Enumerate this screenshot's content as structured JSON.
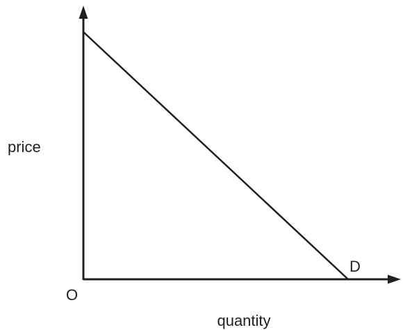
{
  "chart_data": {
    "type": "line",
    "title": "",
    "xlabel": "quantity",
    "ylabel": "price",
    "origin_label": "O",
    "grid": false,
    "legend": "none",
    "colors": {
      "line": "#231f20",
      "axis": "#231f20",
      "text": "#231f20",
      "background": "#ffffff"
    },
    "series": [
      {
        "name": "",
        "label": "D",
        "x": [
          0,
          1
        ],
        "y": [
          1,
          0
        ]
      }
    ],
    "xlim": [
      0,
      1
    ],
    "ylim": [
      0,
      1
    ]
  }
}
